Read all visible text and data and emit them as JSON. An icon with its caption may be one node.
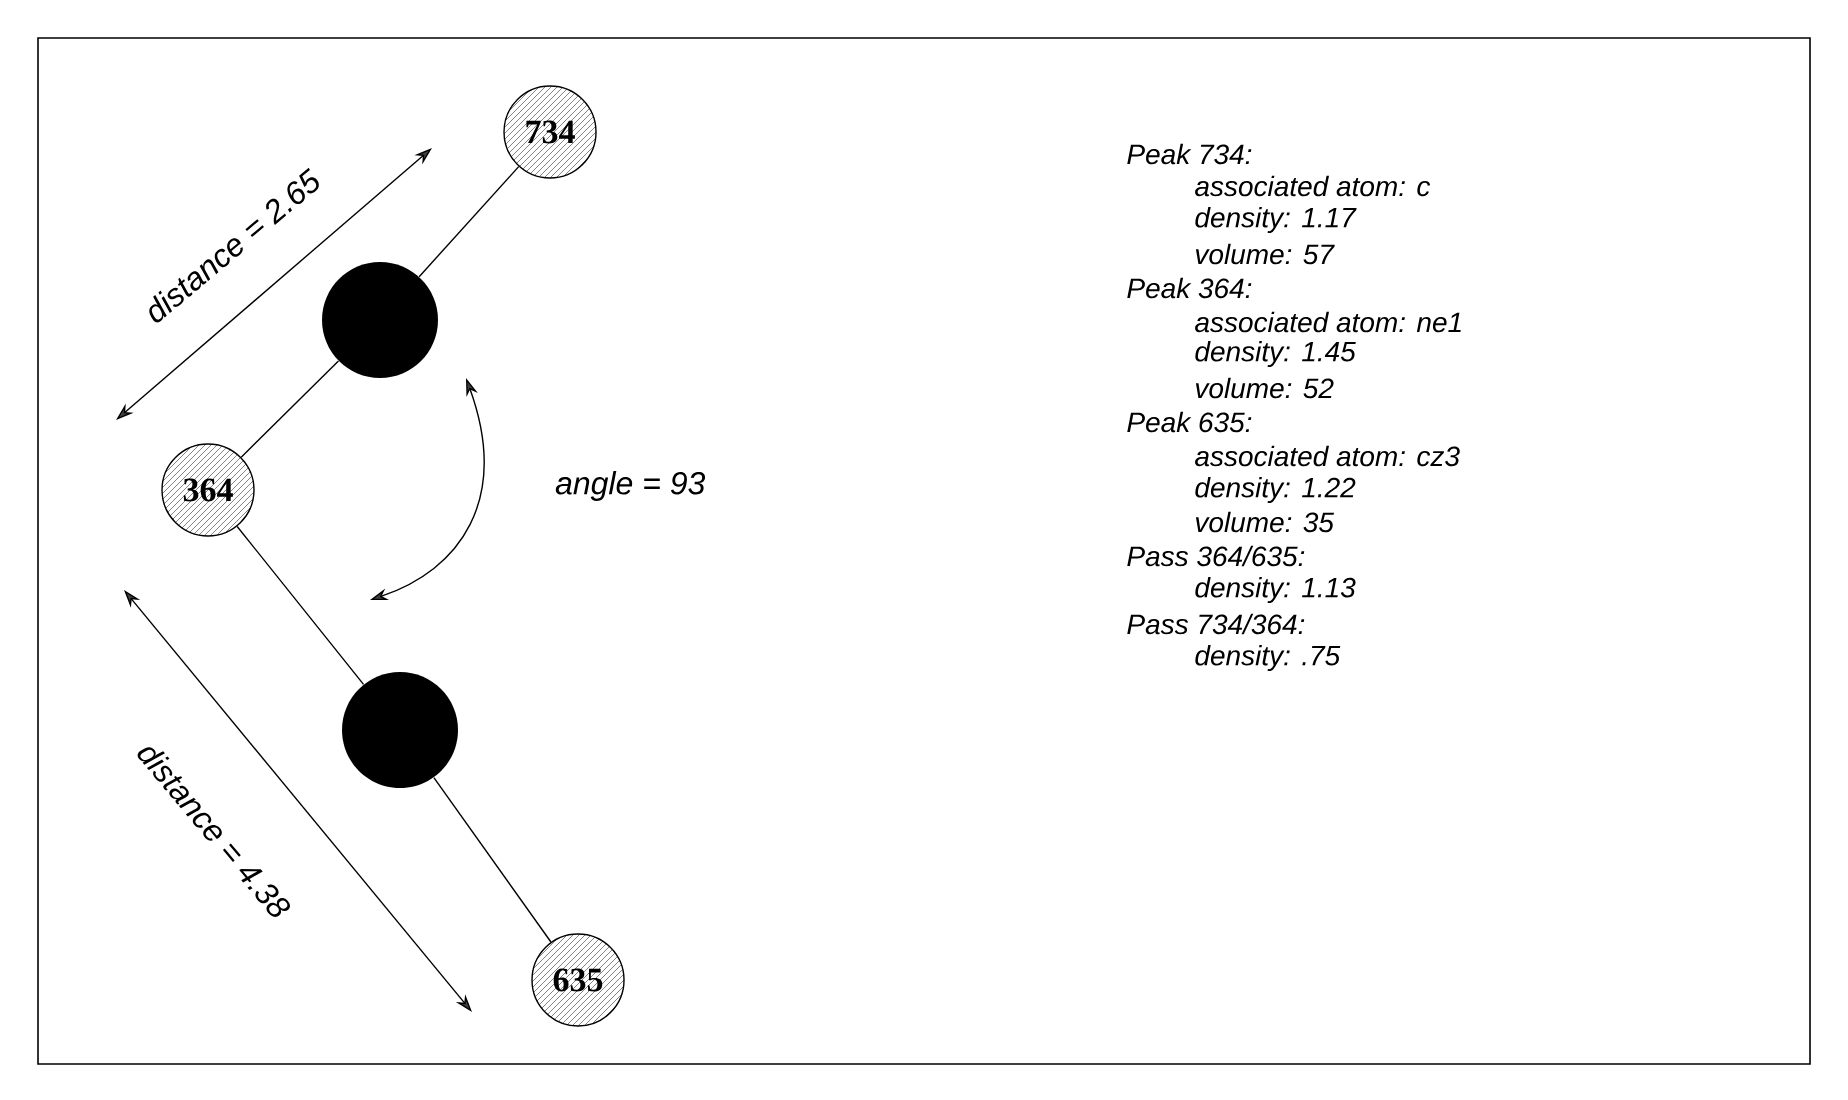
{
  "diagram": {
    "nodes": [
      {
        "text": [
          "734"
        ]
      },
      {
        "text": [],
        "shape": "circle"
      },
      {
        "text": [
          "364"
        ]
      },
      {
        "text": [],
        "shape": "circle"
      },
      {
        "text": [
          "635"
        ]
      }
    ],
    "edges": [
      {
        "from": 0,
        "to": 1,
        "arrow": "none"
      },
      {
        "from": 1,
        "to": 2,
        "arrow": "none"
      },
      {
        "from": 2,
        "to": 3,
        "arrow": "none"
      },
      {
        "from": 3,
        "to": 4,
        "arrow": "none"
      }
    ],
    "labels": [
      "distance = 2.65",
      "angle = 93",
      "distance = 4.38",
      "Peak 734:",
      "associated atom: c",
      "density: 1.17",
      "volume: 57",
      "Peak 364:",
      "associated atom: ne1",
      "density: 1.45",
      "volume: 52",
      "Peak 635:",
      "associated atom: cz3",
      "density: 1.22",
      "volume: 35",
      "Pass 364/635:",
      "density: 1.13",
      "Pass 734/364:",
      "density: .75"
    ]
  }
}
